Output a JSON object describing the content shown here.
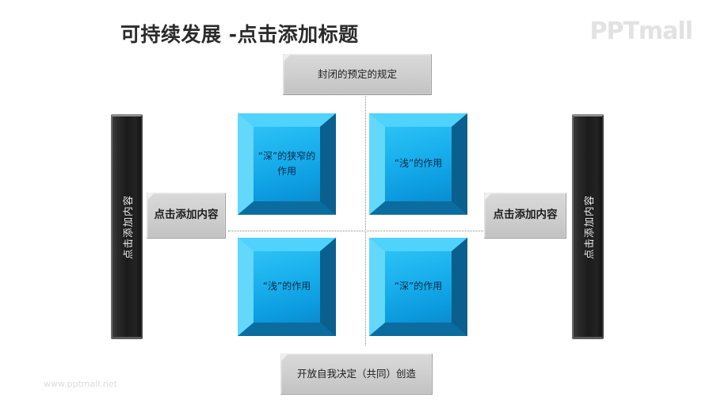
{
  "header": {
    "title": "可持续发展 -点击添加标题",
    "logo": "PPTmall"
  },
  "footer": {
    "watermark": "www.pptmall.net"
  },
  "diagram": {
    "top_label": "封闭的预定的规定",
    "bottom_label": "开放自我决定（共同）创造",
    "left_label": "点击添加内容",
    "right_label": "点击添加内容",
    "left_bar_label": "点击添加内容",
    "right_bar_label": "点击添加内容",
    "quadrants": [
      {
        "id": "top-left",
        "label": "“深”的狭窄的作用"
      },
      {
        "id": "top-right",
        "label": "“浅”的作用"
      },
      {
        "id": "bottom-left",
        "label": "“浅”的作用"
      },
      {
        "id": "bottom-right",
        "label": "“深”的作用"
      }
    ]
  },
  "colors": {
    "cube_light": "#2fc3f5",
    "cube_dark": "#0a5f8e",
    "gray_box": "#cfcfcf",
    "bar_dark": "#1b1b1b",
    "title": "#2b2b2b",
    "logo": "#e2e2e2"
  }
}
